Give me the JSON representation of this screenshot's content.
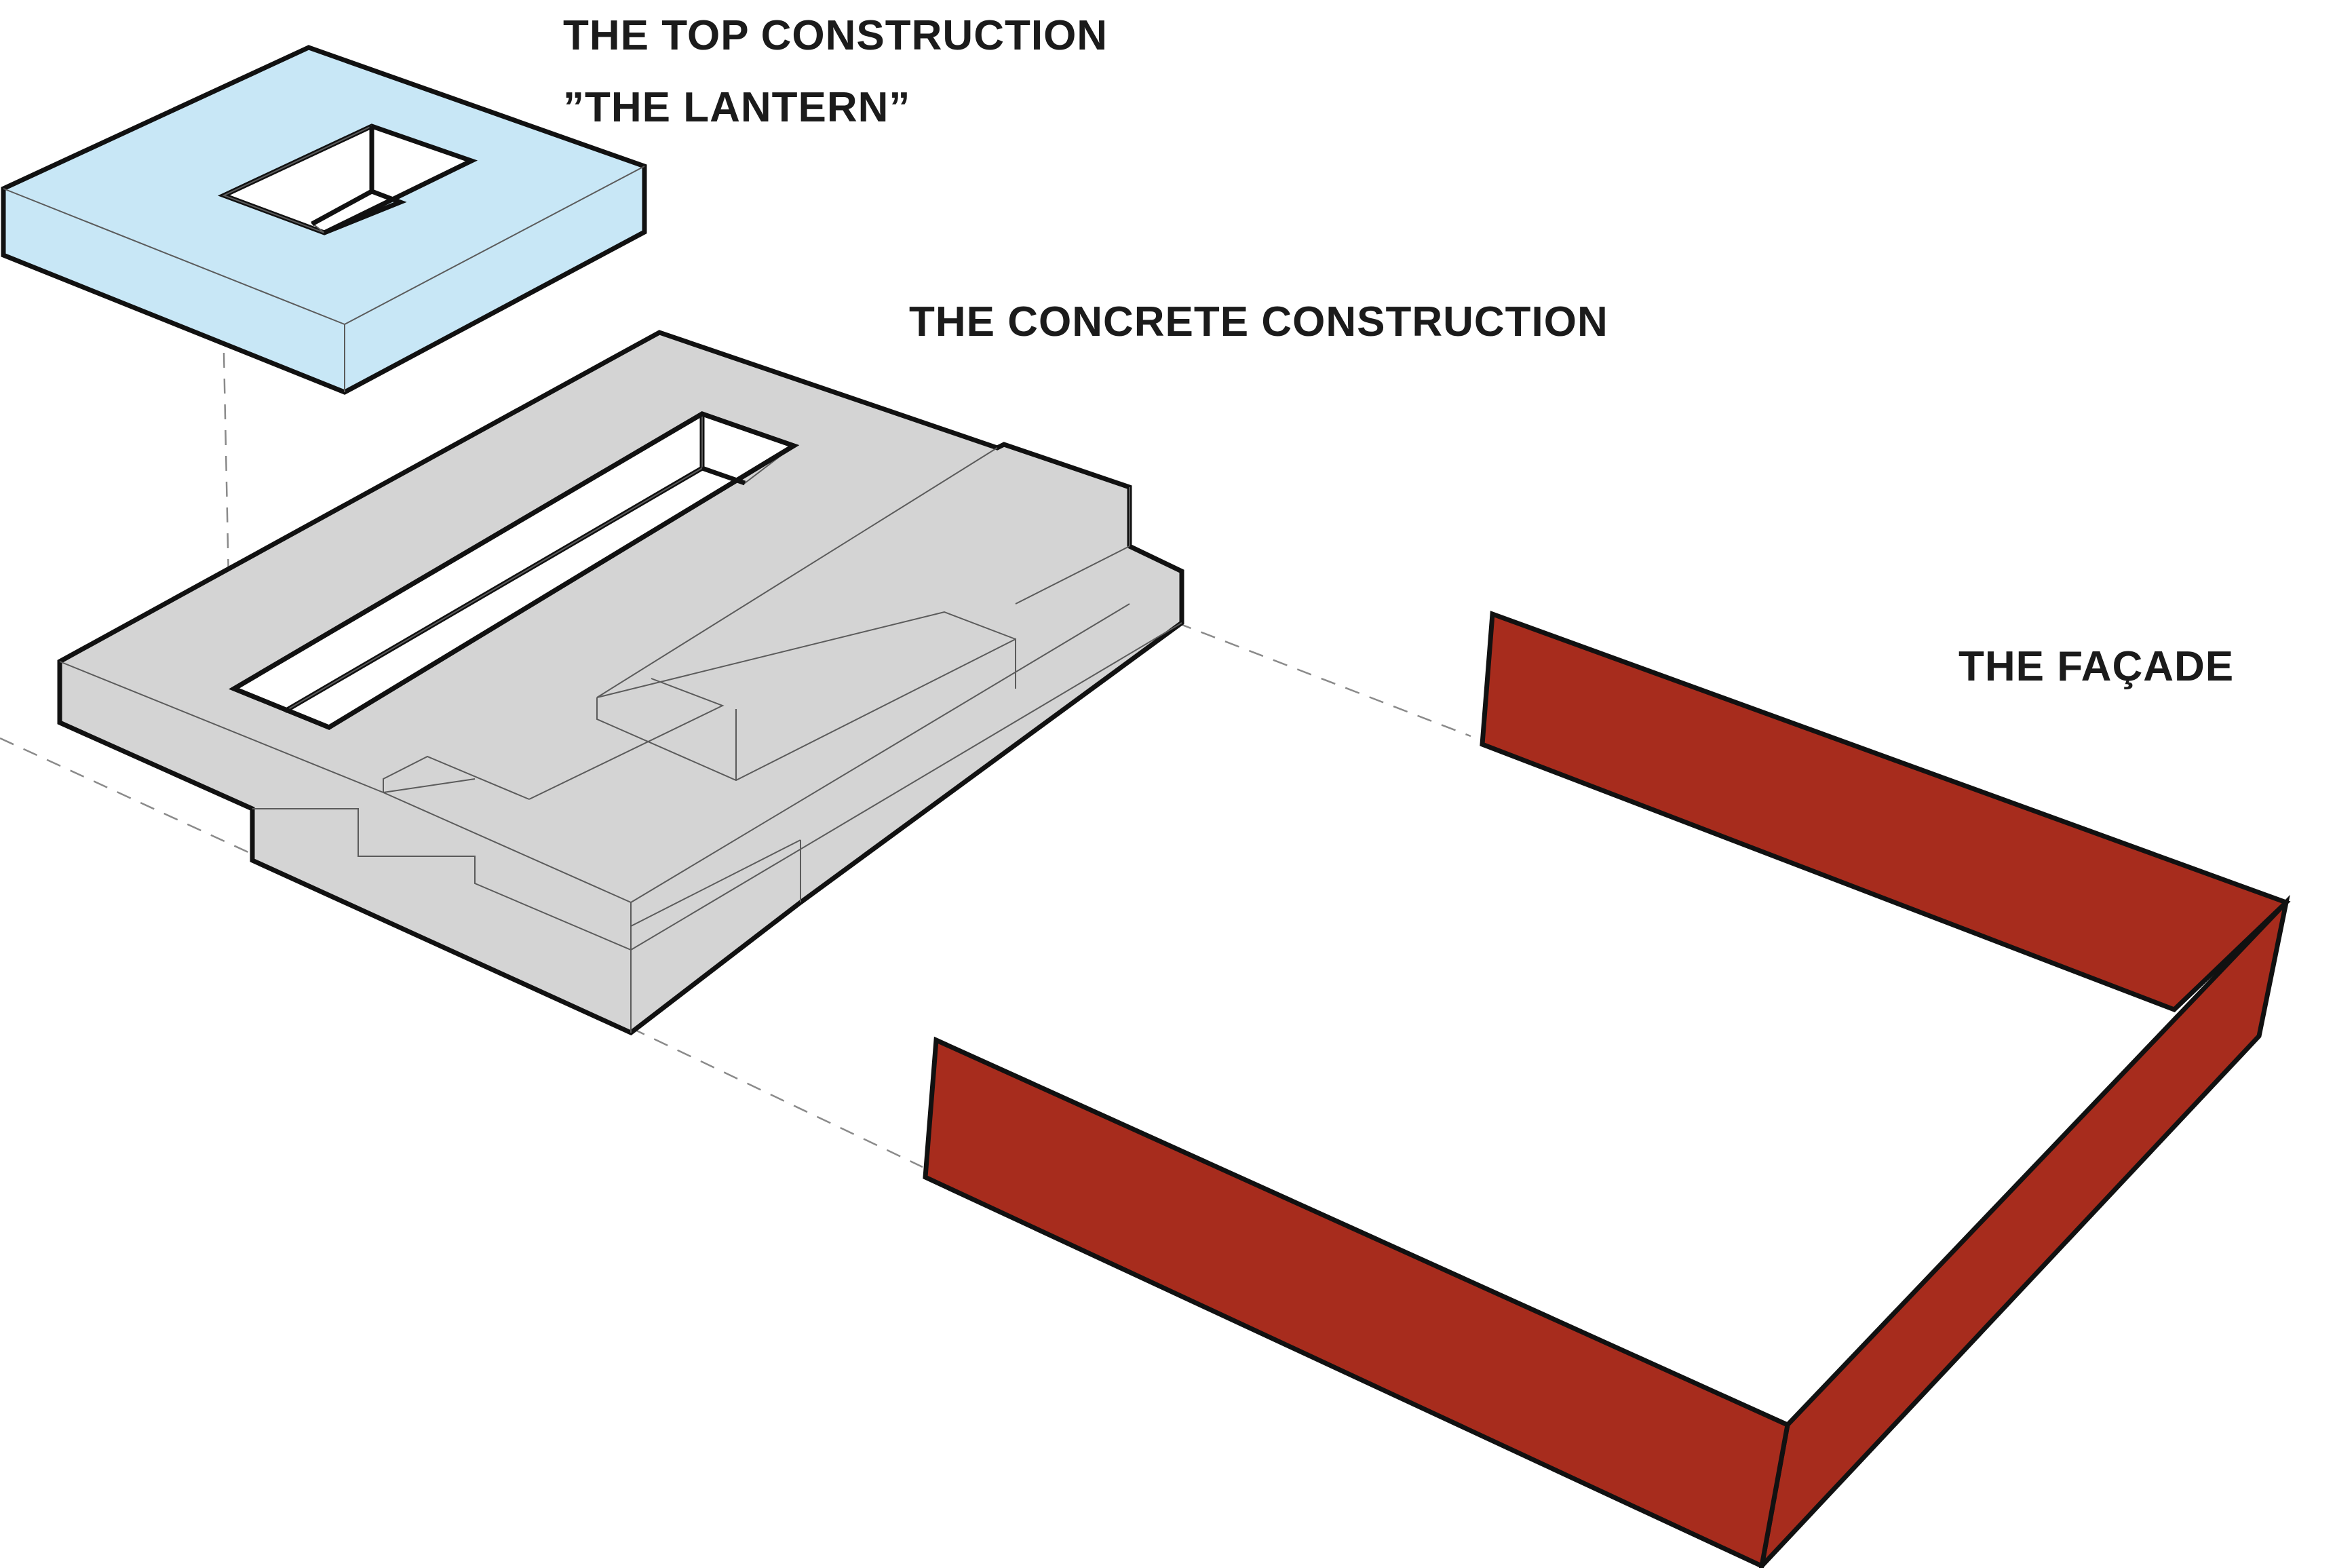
{
  "labels": {
    "top_construction_line1": "THE TOP CONSTRUCTION",
    "top_construction_line2": "”THE LANTERN”",
    "concrete_construction": "THE CONCRETE CONSTRUCTION",
    "facade": "THE FAÇADE"
  },
  "colors": {
    "lantern_fill": "#c8e7f6",
    "concrete_fill": "#d4d4d4",
    "facade_fill": "#a72c1d",
    "outline": "#111111",
    "text": "#1b1b1b"
  }
}
